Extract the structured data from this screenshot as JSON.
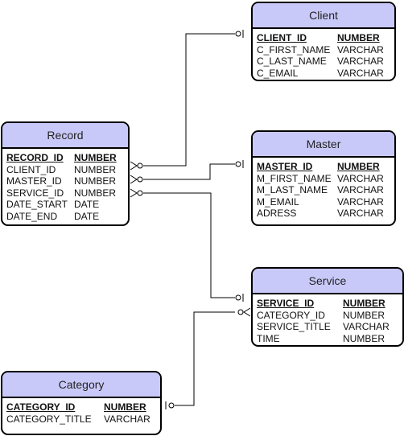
{
  "entities": {
    "client": {
      "title": "Client",
      "fields": [
        {
          "name": "CLIENT_ID",
          "type": "NUMBER"
        },
        {
          "name": "C_FIRST_NAME",
          "type": "VARCHAR"
        },
        {
          "name": "C_LAST_NAME",
          "type": "VARCHAR"
        },
        {
          "name": "C_EMAIL",
          "type": "VARCHAR"
        }
      ]
    },
    "master": {
      "title": "Master",
      "fields": [
        {
          "name": "MASTER_ID",
          "type": "NUMBER"
        },
        {
          "name": "M_FIRST_NAME",
          "type": "VARCHAR"
        },
        {
          "name": "M_LAST_NAME",
          "type": "VARCHAR"
        },
        {
          "name": "M_EMAIL",
          "type": "VARCHAR"
        },
        {
          "name": "ADRESS",
          "type": "VARCHAR"
        }
      ]
    },
    "service": {
      "title": "Service",
      "fields": [
        {
          "name": "SERVICE_ID",
          "type": "NUMBER"
        },
        {
          "name": "CATEGORY_ID",
          "type": "NUMBER"
        },
        {
          "name": "SERVICE_TITLE",
          "type": "VARCHAR"
        },
        {
          "name": "TIME",
          "type": "NUMBER"
        }
      ]
    },
    "record": {
      "title": "Record",
      "fields": [
        {
          "name": "RECORD_ID",
          "type": "NUMBER"
        },
        {
          "name": "CLIENT_ID",
          "type": "NUMBER"
        },
        {
          "name": "MASTER_ID",
          "type": "NUMBER"
        },
        {
          "name": "SERVICE_ID",
          "type": "NUMBER"
        },
        {
          "name": "DATE_START",
          "type": "DATE"
        },
        {
          "name": "DATE_END",
          "type": "DATE"
        }
      ]
    },
    "category": {
      "title": "Category",
      "fields": [
        {
          "name": "CATEGORY_ID",
          "type": "NUMBER"
        },
        {
          "name": "CATEGORY_TITLE",
          "type": "VARCHAR"
        }
      ]
    }
  },
  "relationships": [
    {
      "from": "record.CLIENT_ID",
      "to": "client.CLIENT_ID",
      "many_end": "record",
      "one_end": "client"
    },
    {
      "from": "record.MASTER_ID",
      "to": "master.MASTER_ID",
      "many_end": "record",
      "one_end": "master"
    },
    {
      "from": "record.SERVICE_ID",
      "to": "service.SERVICE_ID",
      "many_end": "record",
      "one_end": "service"
    },
    {
      "from": "service.CATEGORY_ID",
      "to": "category.CATEGORY_ID",
      "many_end": "service",
      "one_end": "category"
    }
  ],
  "colors": {
    "header_fill": "#c9c9f9",
    "border": "#000000",
    "line": "#000000"
  }
}
